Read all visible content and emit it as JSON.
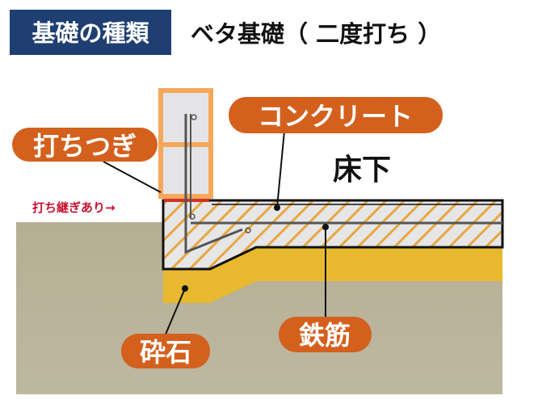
{
  "header": {
    "badge": "基礎の種類",
    "title": "ベタ基礎（ 二度打ち ）"
  },
  "labels": {
    "concrete": "コンクリート",
    "underfloor": "床下",
    "joint": "打ちつぎ",
    "joint_note": "打ち継ぎあり→",
    "gravel": "砕石",
    "rebar": "鉄筋"
  },
  "colors": {
    "badge_bg": "#1f3f73",
    "pill": "#d4601e",
    "ground": "#b6b198",
    "gravel": "#e8b92e",
    "formwork": "#f5a85a",
    "joint_note": "#c8102e"
  }
}
